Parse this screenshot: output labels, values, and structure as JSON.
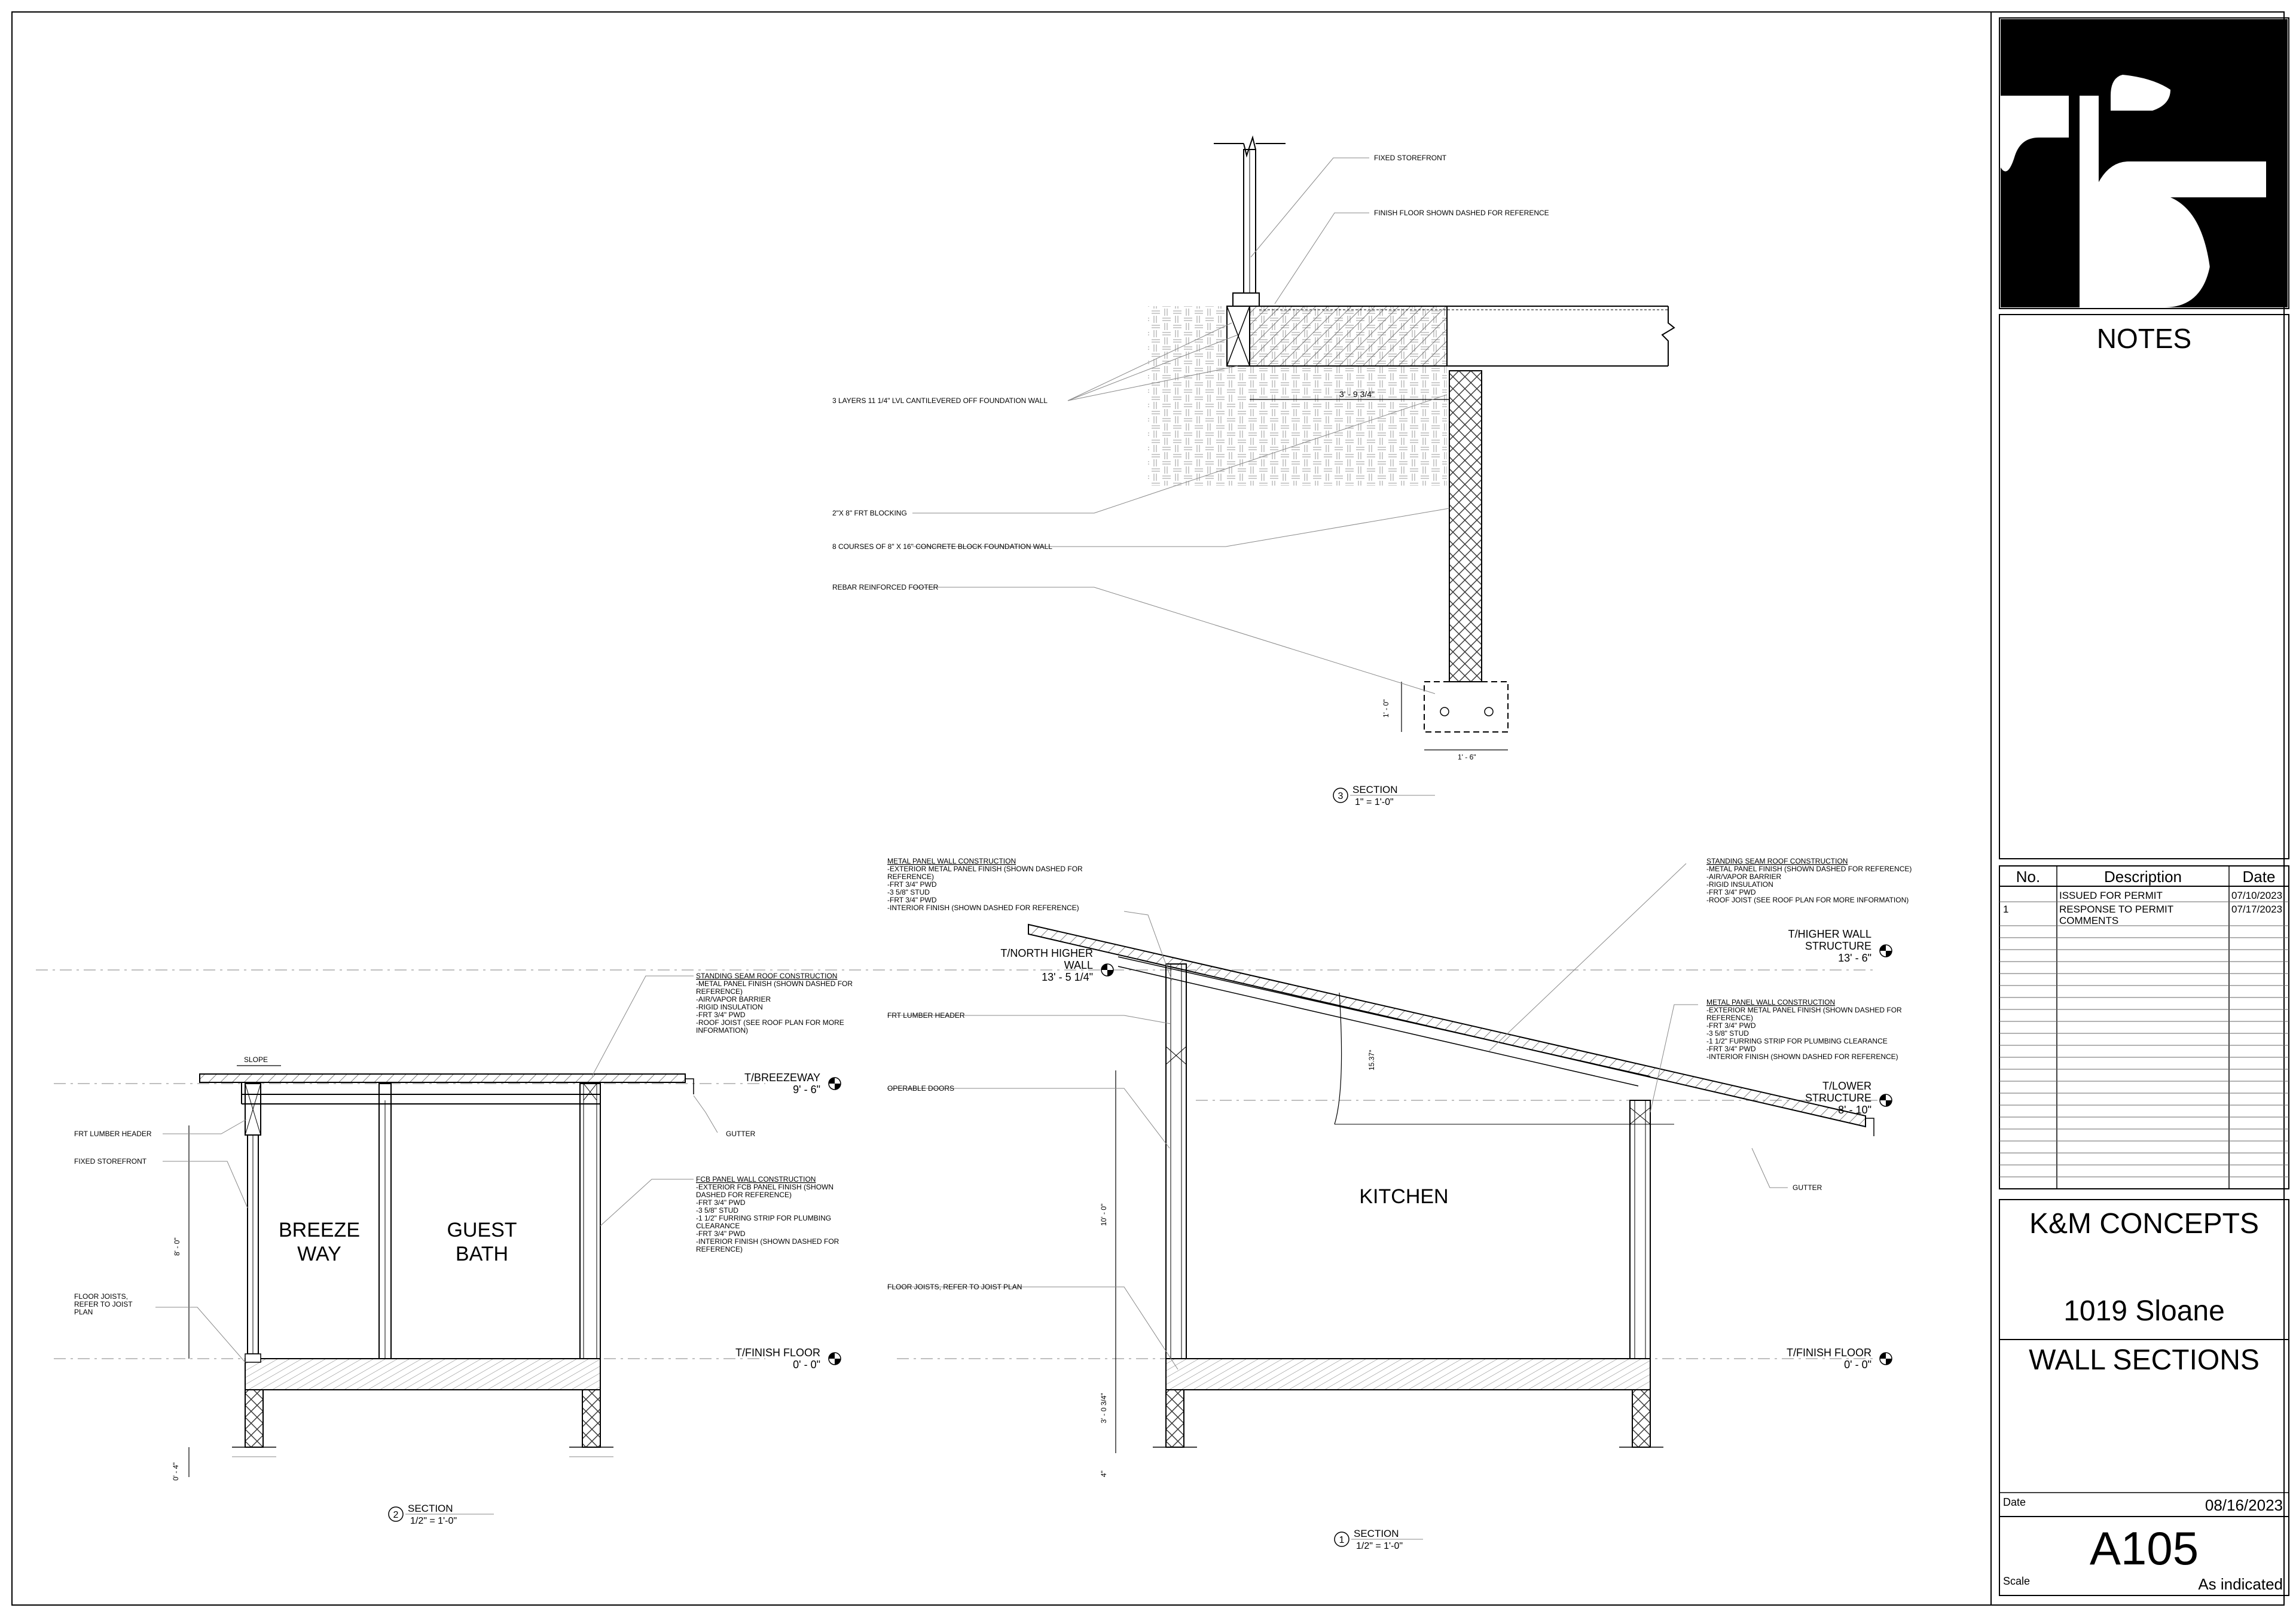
{
  "title_block": {
    "notes_heading": "NOTES",
    "revisions": {
      "headers": {
        "no": "No.",
        "description": "Description",
        "date": "Date"
      },
      "rows": [
        {
          "no": "",
          "description": "ISSUED FOR PERMIT",
          "date": "07/10/2023"
        },
        {
          "no": "1",
          "description": "RESPONSE TO PERMIT COMMENTS",
          "date": "07/17/2023"
        }
      ]
    },
    "company": "K&M CONCEPTS",
    "project": "1019 Sloane",
    "sheet_title": "WALL SECTIONS",
    "date_label": "Date",
    "date_value": "08/16/2023",
    "sheet_number": "A105",
    "scale_label": "Scale",
    "scale_value": "As indicated"
  },
  "section3": {
    "callouts": {
      "fixed_storefront": "FIXED STOREFRONT",
      "finish_floor": "FINISH FLOOR SHOWN DASHED FOR REFERENCE",
      "lvl": "3 LAYERS 11 1/4\" LVL CANTILEVERED OFF FOUNDATION WALL",
      "blocking": "2\"X 8\" FRT BLOCKING",
      "block_wall": "8 COURSES OF 8\" X 16\" CONCRETE BLOCK FOUNDATION WALL",
      "footer": "REBAR REINFORCED FOOTER"
    },
    "dims": {
      "cantilever": "3' - 9 3/4\"",
      "footer_height": "1' - 0\"",
      "footer_width": "1' - 6\""
    },
    "tag": {
      "number": "3",
      "label": "SECTION",
      "scale": "1\" = 1'-0\""
    }
  },
  "section2": {
    "rooms": {
      "breezeway_1": "BREEZE",
      "breezeway_2": "WAY",
      "guest_1": "GUEST",
      "guest_2": "BATH"
    },
    "slope": "SLOPE",
    "levels": {
      "breezeway_name": "T/BREEZEWAY",
      "breezeway_elev": "9' - 6\"",
      "floor_name": "T/FINISH FLOOR",
      "floor_elev": "0' - 0\""
    },
    "callouts": {
      "roof": [
        "STANDING SEAM ROOF CONSTRUCTION",
        "-METAL PANEL FINISH (SHOWN DASHED FOR",
        "REFERENCE)",
        "-AIR/VAPOR BARRIER",
        "-RIGID INSULATION",
        "-FRT 3/4\" PWD",
        "-ROOF JOIST (SEE ROOF PLAN FOR MORE",
        "INFORMATION)"
      ],
      "fcb": [
        "FCB PANEL WALL CONSTRUCTION",
        "-EXTERIOR FCB PANEL FINISH (SHOWN",
        "DASHED FOR REFERENCE)",
        "-FRT 3/4\" PWD",
        "-3 5/8\" STUD",
        "-1 1/2\" FURRING STRIP FOR PLUMBING",
        "CLEARANCE",
        "-FRT 3/4\" PWD",
        "-INTERIOR FINISH (SHOWN DASHED FOR",
        "REFERENCE)"
      ],
      "gutter": "GUTTER",
      "header": "FRT LUMBER HEADER",
      "storefront": "FIXED STOREFRONT",
      "joists": [
        "FLOOR JOISTS,",
        "REFER TO JOIST",
        "PLAN"
      ]
    },
    "dims": {
      "wall_height": "8' - 0\"",
      "below": "0' - 4\""
    },
    "tag": {
      "number": "2",
      "label": "SECTION",
      "scale": "1/2\" = 1'-0\""
    }
  },
  "section1": {
    "room": "KITCHEN",
    "angle": "15.37°",
    "levels": {
      "north_name_1": "T/NORTH HIGHER",
      "north_name_2": "WALL",
      "north_elev": "13' - 5 1/4\"",
      "higher_name_1": "T/HIGHER WALL",
      "higher_name_2": "STRUCTURE",
      "higher_elev": "13' - 6\"",
      "lower_name_1": "T/LOWER",
      "lower_name_2": "STRUCTURE",
      "lower_elev": "8' - 10\"",
      "floor_name": "T/FINISH FLOOR",
      "floor_elev": "0' - 0\""
    },
    "callouts": {
      "metal_wall_left": [
        "METAL PANEL WALL CONSTRUCTION",
        "-EXTERIOR METAL PANEL FINISH (SHOWN DASHED FOR",
        "REFERENCE)",
        "-FRT 3/4\" PWD",
        "-3 5/8\" STUD",
        "-FRT 3/4\" PWD",
        "-INTERIOR FINISH (SHOWN DASHED FOR REFERENCE)"
      ],
      "roof": [
        "STANDING SEAM ROOF CONSTRUCTION",
        "-METAL PANEL FINISH (SHOWN DASHED FOR REFERENCE)",
        "-AIR/VAPOR BARRIER",
        "-RIGID INSULATION",
        "-FRT 3/4\" PWD",
        "-ROOF JOIST (SEE ROOF PLAN FOR MORE INFORMATION)"
      ],
      "metal_wall_right": [
        "METAL PANEL WALL CONSTRUCTION",
        "-EXTERIOR METAL PANEL FINISH (SHOWN DASHED FOR",
        "REFERENCE)",
        "-FRT 3/4\" PWD",
        "-3 5/8\" STUD",
        "-1 1/2\" FURRING STRIP FOR PLUMBING CLEARANCE",
        "-FRT 3/4\" PWD",
        "-INTERIOR FINISH (SHOWN DASHED FOR REFERENCE)"
      ],
      "header": "FRT LUMBER HEADER",
      "doors": "OPERABLE DOORS",
      "joists": "FLOOR JOISTS, REFER TO JOIST PLAN",
      "gutter": "GUTTER"
    },
    "dims": {
      "wall_height": "10' - 0\"",
      "below": "3' - 0 3/4\"",
      "below2": "4\""
    },
    "tag": {
      "number": "1",
      "label": "SECTION",
      "scale": "1/2\" = 1'-0\""
    }
  }
}
